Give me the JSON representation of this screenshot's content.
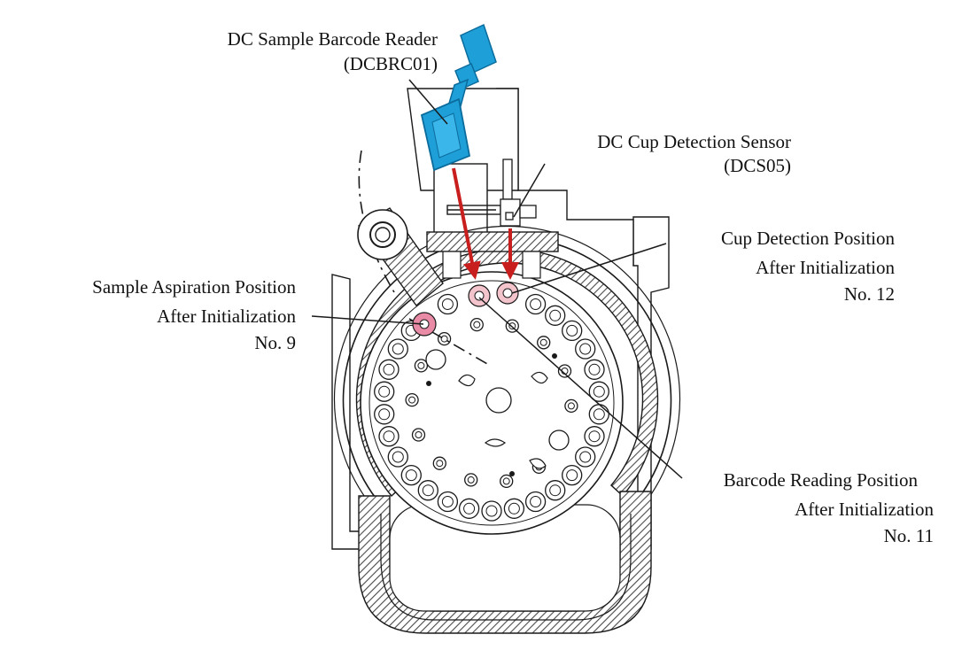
{
  "labels": {
    "barcode_reader": {
      "line1": "DC Sample Barcode Reader",
      "line2": "(DCBRC01)"
    },
    "cup_sensor": {
      "line1": "DC Cup Detection Sensor",
      "line2": "(DCS05)"
    },
    "cup_detection_position": {
      "line1": "Cup Detection Position",
      "line2": "After Initialization",
      "line3": "No. 12"
    },
    "sample_aspiration_position": {
      "line1": "Sample Aspiration Position",
      "line2": "After Initialization",
      "line3": "No. 9"
    },
    "barcode_reading_position": {
      "line1": "Barcode Reading Position",
      "line2": "After Initialization",
      "line3": "No. 11"
    }
  },
  "colors": {
    "line": "#1a1a1a",
    "hatch": "#4a4a4a",
    "barcode_reader_body": "#1f9fd8",
    "barcode_reader_dark": "#0b6c9c",
    "arrow": "#c81e1e",
    "cup_detection_marker": "#f4c4cc",
    "barcode_marker": "#f4c4cc",
    "aspiration_marker": "#e98aa6"
  }
}
